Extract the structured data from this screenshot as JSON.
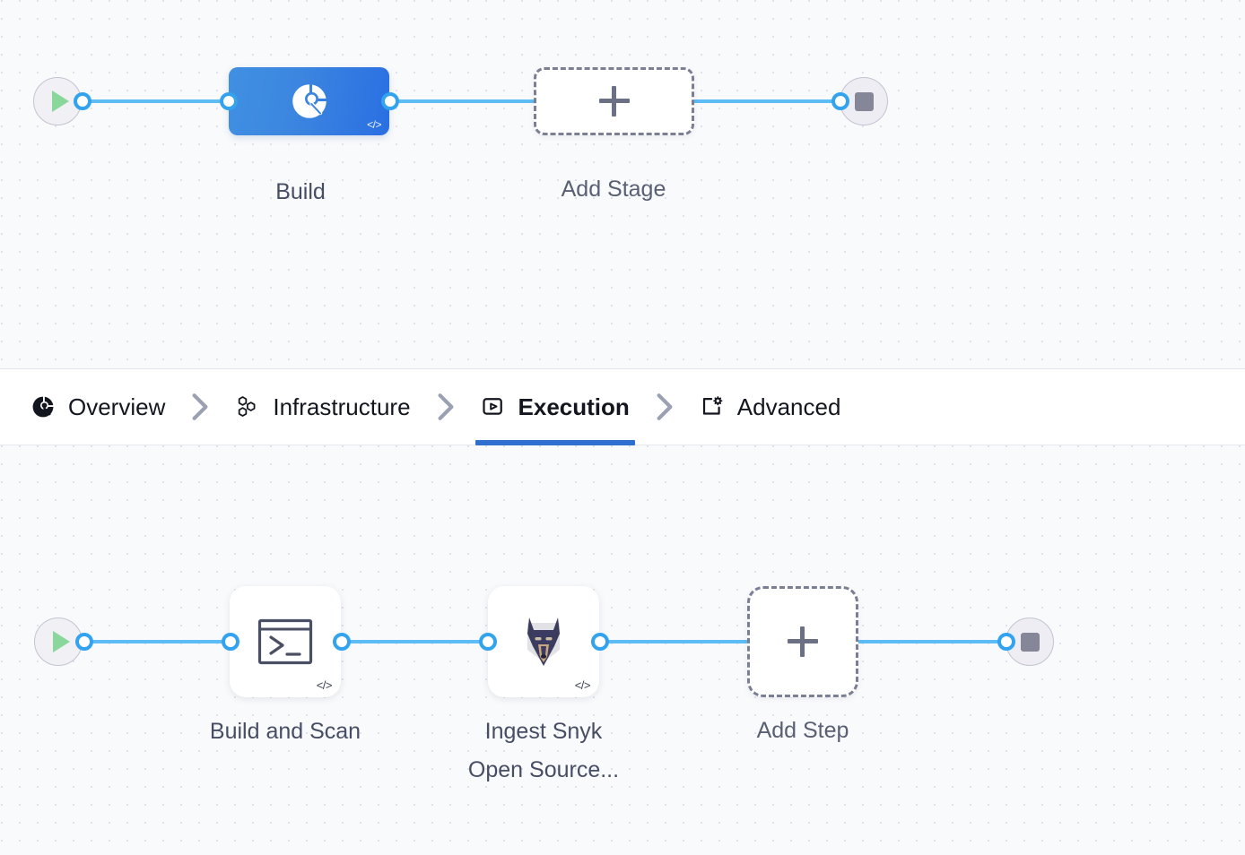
{
  "colors": {
    "canvas_bg": "#f9fafc",
    "dot": "#dfe2ec",
    "wire": "#5dbcf5",
    "port_ring": "#33a3ef",
    "stage_blue_from": "#4090e2",
    "stage_blue_to": "#2a6fe2",
    "active_tab_underline": "#2f6fd0",
    "play_green": "#8ad79b",
    "stop_gray": "#868699",
    "dashed_border": "#7b7f93",
    "caption_text": "#474d63"
  },
  "stage_canvas": {
    "name": "pipeline-stage-graph",
    "start_node": {
      "icon": "play-icon",
      "label": ""
    },
    "nodes": [
      {
        "id": "build-stage",
        "label": "Build",
        "icon": "build-pie-icon",
        "badge": "</>",
        "selected": true
      },
      {
        "id": "add-stage",
        "label": "Add Stage",
        "icon": "plus-icon",
        "badge": "",
        "selected": false
      }
    ],
    "end_node": {
      "icon": "stop-icon",
      "label": ""
    }
  },
  "tabbar": {
    "name": "stage-config-tabs",
    "tabs": [
      {
        "id": "overview",
        "label": "Overview",
        "icon": "build-pie-icon",
        "active": false
      },
      {
        "id": "infrastructure",
        "label": "Infrastructure",
        "icon": "hexagons-icon",
        "active": false
      },
      {
        "id": "execution",
        "label": "Execution",
        "icon": "play-box-icon",
        "active": true
      },
      {
        "id": "advanced",
        "label": "Advanced",
        "icon": "card-gear-icon",
        "active": false
      }
    ],
    "separator_icon": "chevron-right-icon"
  },
  "execution_canvas": {
    "name": "pipeline-execution-graph",
    "start_node": {
      "icon": "play-icon",
      "label": ""
    },
    "steps": [
      {
        "id": "build-and-scan",
        "label": "Build and Scan",
        "icon": "terminal-icon",
        "badge": "</>"
      },
      {
        "id": "ingest-snyk-open-source",
        "label": "Ingest Snyk\nOpen Source...",
        "icon": "snyk-dog-icon",
        "badge": "</>"
      },
      {
        "id": "add-step",
        "label": "Add Step",
        "icon": "plus-icon",
        "badge": ""
      }
    ],
    "end_node": {
      "icon": "stop-icon",
      "label": ""
    }
  }
}
